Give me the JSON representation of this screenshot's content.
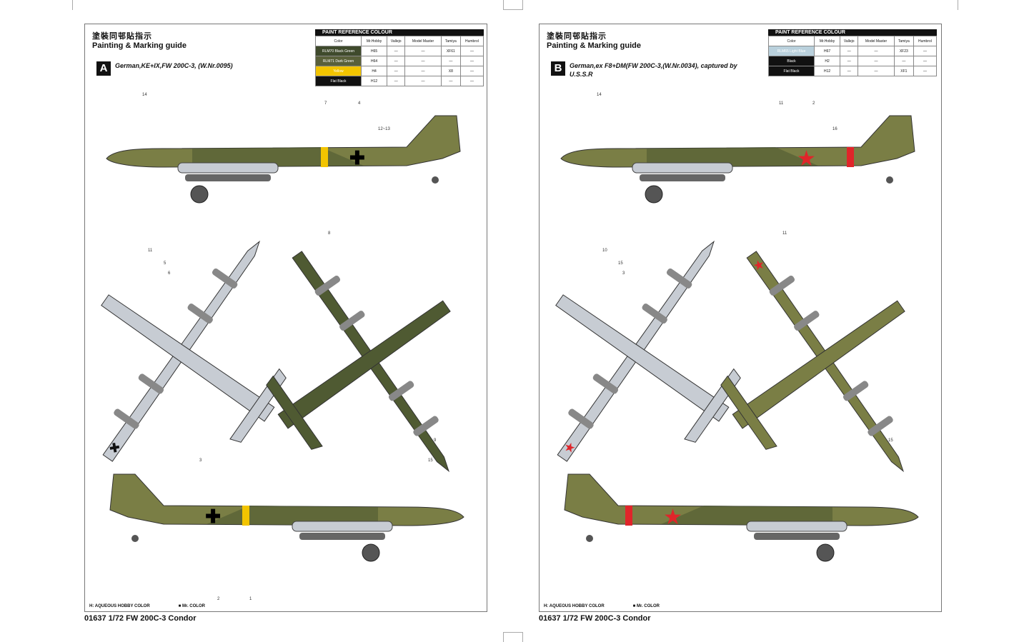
{
  "pages": [
    {
      "caption_cn": "塗裝同邨貼指示",
      "caption": "Painting & Marking guide",
      "letter": "A",
      "scheme": "German,KE+IX,FW 200C-3, (W.Nr.0095)",
      "table": {
        "title": "PAINT REFERENCE COLOUR",
        "headers": [
          "Color",
          "Mr.Hobby",
          "Vallejo",
          "Model Master",
          "Tamiya",
          "Humbrol"
        ],
        "rows": [
          {
            "color": "RLM70 Black Green",
            "swatch": "#3f4a2c",
            "values": [
              "H65",
              "—",
              "—",
              "XF61",
              "—"
            ]
          },
          {
            "color": "RLM71 Dark Green",
            "swatch": "#59603a",
            "values": [
              "H64",
              "—",
              "—",
              "—",
              "—"
            ]
          },
          {
            "color": "Yellow",
            "swatch": "#f2c400",
            "values": [
              "H4",
              "—",
              "—",
              "X8",
              "—"
            ]
          },
          {
            "color": "Flat Black",
            "swatch": "#111111",
            "values": [
              "H12",
              "—",
              "—",
              "—",
              "—"
            ]
          }
        ]
      },
      "footnote": [
        "H: AQUEOUS HOBBY COLOR",
        "■ Mr. COLOR"
      ],
      "callouts": [
        "14",
        "7",
        "4",
        "12~13",
        "11",
        "5",
        "6",
        "8",
        "9",
        "3",
        "2",
        "1",
        "15"
      ]
    },
    {
      "caption_cn": "塗裝同邨貼指示",
      "caption": "Painting & Marking guide",
      "letter": "B",
      "scheme": "German,ex F8+DM(FW 200C-3,(W.Nr.0034), captured by U.S.S.R",
      "table": {
        "title": "PAINT REFERENCE COLOUR",
        "headers": [
          "Color",
          "Mr.Hobby",
          "Vallejo",
          "Model Master",
          "Tamiya",
          "Humbrol"
        ],
        "rows": [
          {
            "color": "RLM65 Light Blue",
            "swatch": "#b9d0dc",
            "values": [
              "H67",
              "—",
              "—",
              "XF23",
              "—"
            ]
          },
          {
            "color": "Black",
            "swatch": "#111111",
            "values": [
              "H2",
              "—",
              "—",
              "—",
              "—"
            ]
          },
          {
            "color": "Flat Black",
            "swatch": "#111111",
            "values": [
              "H12",
              "—",
              "—",
              "XF1",
              "—"
            ]
          }
        ]
      },
      "footnote": [
        "H: AQUEOUS HOBBY COLOR",
        "■ Mr. COLOR"
      ],
      "callouts": [
        "14",
        "11",
        "2",
        "16",
        "10",
        "15",
        "3",
        "11",
        "15"
      ]
    }
  ],
  "footer_title": "01637 1/72 FW 200C-3 Condor",
  "colors": {
    "camo_dark": "#4f5a32",
    "camo_light": "#7a7e45",
    "underside": "#c7ccd3",
    "yellow": "#f2c400",
    "red": "#e0252a"
  }
}
